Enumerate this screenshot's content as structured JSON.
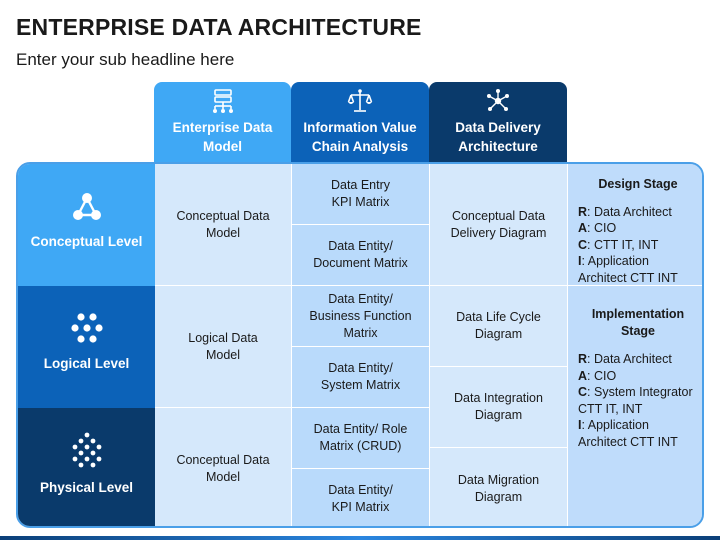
{
  "title": "ENTERPRISE DATA ARCHITECTURE",
  "subtitle": "Enter your sub headline here",
  "columns": [
    {
      "label_line1": "Enterprise Data",
      "label_line2": "Model",
      "icon": "hierarchy-icon",
      "color": "#3fa8f5"
    },
    {
      "label_line1": "Information Value",
      "label_line2": "Chain Analysis",
      "icon": "balance-scale-icon",
      "color": "#0c62b8"
    },
    {
      "label_line1": "Data Delivery",
      "label_line2": "Architecture",
      "icon": "network-icon",
      "color": "#0a3a6b"
    }
  ],
  "rows": [
    {
      "label": "Conceptual Level",
      "icon": "triangle-nodes-icon",
      "color": "#3fa8f5"
    },
    {
      "label": "Logical Level",
      "icon": "hexagon-nodes-icon",
      "color": "#0c62b8"
    },
    {
      "label": "Physical Level",
      "icon": "grid-nodes-icon",
      "color": "#0a3a6b"
    }
  ],
  "col1": [
    "Conceptual Data Model",
    "Logical Data Model",
    "Conceptual Data Model"
  ],
  "col2": [
    {
      "l1": "Data Entry",
      "l2": "KPI Matrix"
    },
    {
      "l1": "Data Entity/",
      "l2": "Document Matrix"
    },
    {
      "l1": "Data Entity/",
      "l2": "Business Function",
      "l3": "Matrix"
    },
    {
      "l1": "Data Entity/",
      "l2": "System Matrix"
    },
    {
      "l1": "Data Entity/ Role",
      "l2": "Matrix (CRUD)"
    },
    {
      "l1": "Data Entity/",
      "l2": "KPI Matrix"
    }
  ],
  "col3": [
    {
      "l1": "Conceptual Data",
      "l2": "Delivery Diagram"
    },
    {
      "l1": "Data Life Cycle",
      "l2": "Diagram"
    },
    {
      "l1": "Data Integration",
      "l2": "Diagram"
    },
    {
      "l1": "Data Migration",
      "l2": "Diagram"
    }
  ],
  "design_stage": {
    "title": "Design Stage",
    "r_key": "R",
    "r_val": ": Data Architect",
    "a_key": "A",
    "a_val": ": CIO",
    "c_key": "C",
    "c_val": ": CTT IT, INT",
    "i_key": "I",
    "i_val": ": Application",
    "i_val2": "Architect CTT INT"
  },
  "implementation_stage": {
    "title_l1": "Implementation",
    "title_l2": "Stage",
    "r_key": "R",
    "r_val": ": Data Architect",
    "a_key": "A",
    "a_val": ": CIO",
    "c_key": "C",
    "c_val": ": System Integrator",
    "c_val2": "CTT IT, INT",
    "i_key": "I",
    "i_val": ": Application",
    "i_val2": "Architect CTT INT"
  },
  "colors": {
    "light_cell": "#d5e8fb",
    "mid_cell": "#b9dafb",
    "panel_bg": "#bfdcfb",
    "outline": "#4a9fe8"
  }
}
